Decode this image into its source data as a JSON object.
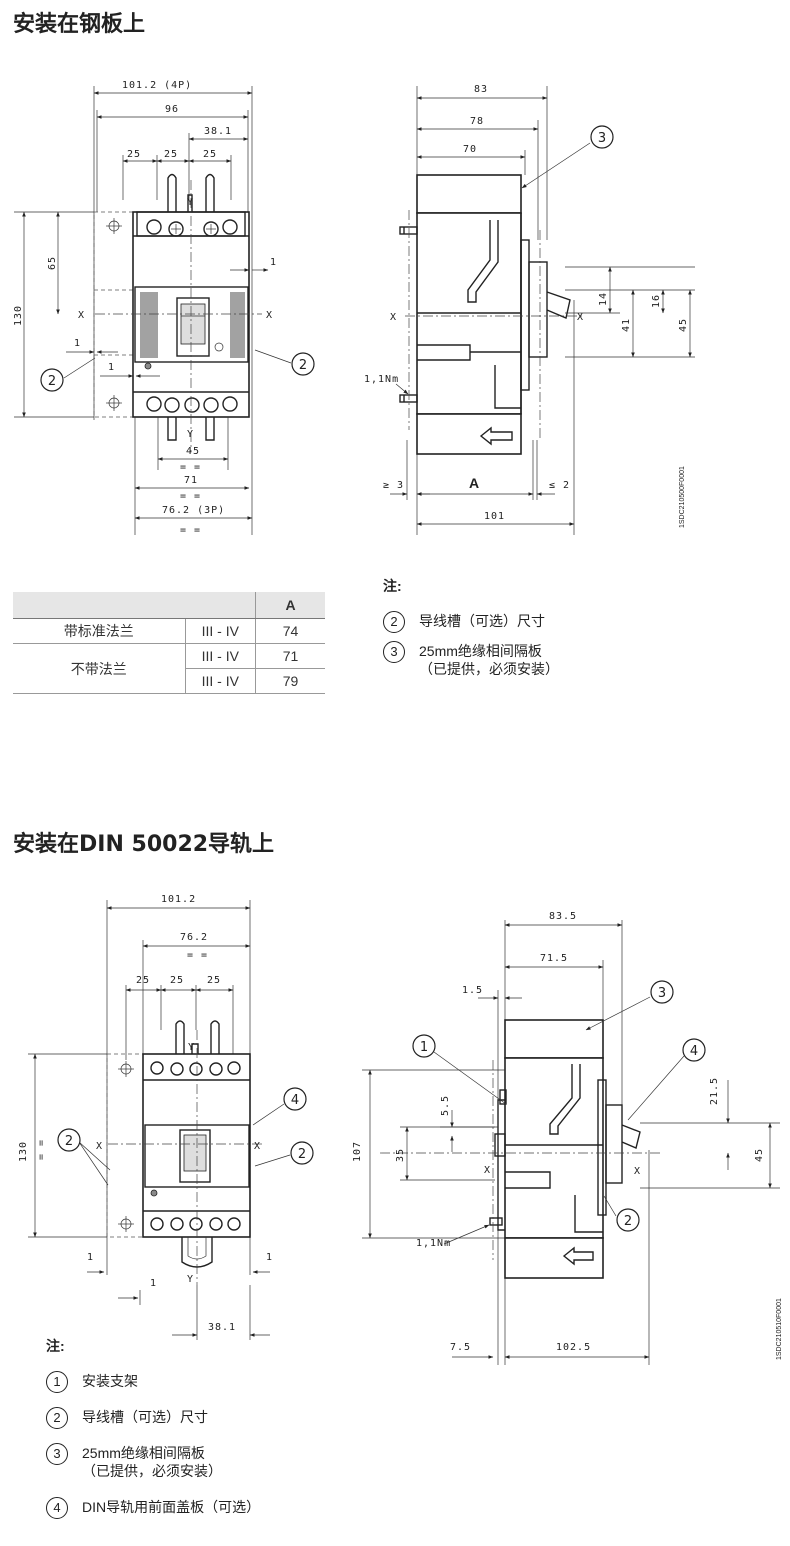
{
  "sections": {
    "steel": {
      "title": "安装在钢板上"
    },
    "din": {
      "title": "安装在DIN 50022导轨上"
    }
  },
  "steel_front": {
    "dims": {
      "w_4p": "101.2 (4P)",
      "w_96": "96",
      "d_381": "38.1",
      "p1": "25",
      "p2": "25",
      "p3": "25",
      "h_65": "65",
      "h_130": "130",
      "one_a": "1",
      "one_b": "1",
      "one_c": "1",
      "b_45": "45",
      "b_71": "71",
      "b_762": "76.2 (3P)",
      "eq": "= ="
    },
    "axis": {
      "x": "X",
      "y": "Y"
    }
  },
  "steel_side": {
    "dims": {
      "d83": "83",
      "d78": "78",
      "d70": "70",
      "d14": "14",
      "d16": "16",
      "d41": "41",
      "d45": "45",
      "ge3": "≥ 3",
      "A": "A",
      "le2": "≤ 2",
      "d101": "101",
      "torque": "1,1Nm"
    },
    "axis": {
      "x": "X"
    },
    "code": "1SDC210500F0001"
  },
  "table": {
    "header_col": "A",
    "rows": [
      {
        "label": "带标准法兰",
        "range": "III - IV",
        "value": "74"
      },
      {
        "label": "不带法兰",
        "range": "III - IV",
        "value": "71"
      },
      {
        "label": "",
        "range": "III - IV",
        "value": "79"
      }
    ]
  },
  "notes_steel": {
    "head": "注:",
    "items": [
      {
        "num": "2",
        "text": "导线槽（可选）尺寸"
      },
      {
        "num": "3",
        "text": "25mm绝缘相间隔板",
        "sub": "（已提供，必须安装）"
      }
    ]
  },
  "din_front": {
    "dims": {
      "w1012": "101.2",
      "w762": "76.2",
      "eq": "= =",
      "p1": "25",
      "p2": "25",
      "p3": "25",
      "h130": "130",
      "one_l": "1",
      "one_r": "1",
      "one_m": "1",
      "d381": "38.1"
    },
    "axis": {
      "x": "X",
      "y": "Y"
    }
  },
  "din_side": {
    "dims": {
      "d835": "83.5",
      "d715": "71.5",
      "d15": "1.5",
      "d55": "5.5",
      "d107": "107",
      "d35": "35",
      "d215": "21.5",
      "d45": "45",
      "d75": "7.5",
      "d1025": "102.5",
      "torque": "1,1Nm"
    },
    "axis": {
      "x": "X"
    },
    "code": "1SDC210510F0001"
  },
  "notes_din": {
    "head": "注:",
    "items": [
      {
        "num": "1",
        "text": "安装支架"
      },
      {
        "num": "2",
        "text": "导线槽（可选）尺寸"
      },
      {
        "num": "3",
        "text": "25mm绝缘相间隔板",
        "sub": "（已提供，必须安装）"
      },
      {
        "num": "4",
        "text": "DIN导轨用前面盖板（可选）"
      }
    ]
  }
}
